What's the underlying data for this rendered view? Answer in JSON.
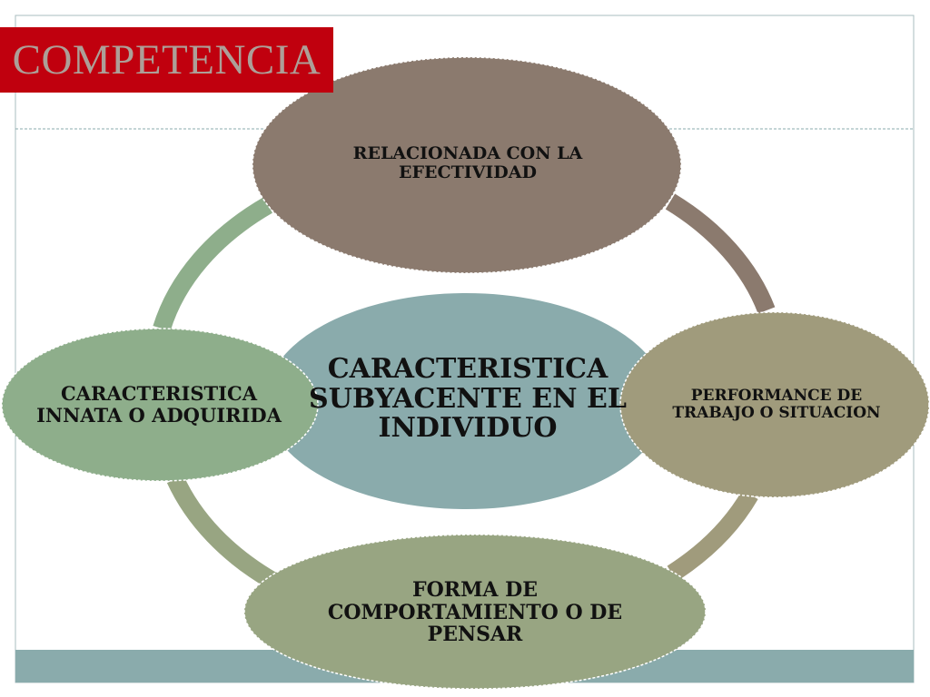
{
  "slide": {
    "title": "COMPETENCIA"
  },
  "diagram": {
    "center": "CARACTERISTICA SUBYACENTE EN EL INDIVIDUO",
    "top": "RELACIONADA CON LA EFECTIVIDAD",
    "right": "PERFORMANCE DE TRABAJO O SITUACION",
    "bottom": "FORMA DE COMPORTAMIENTO O DE PENSAR",
    "left": "CARACTERISTICA INNATA O ADQUIRIDA"
  },
  "colors": {
    "title_bg": "#c0000e",
    "title_text": "#ad9f98",
    "center": "#8aabac",
    "top": "#8b7a6e",
    "right": "#a09b7c",
    "bottom": "#98a582",
    "left": "#8eae8b",
    "footer_band": "#8aabac"
  }
}
